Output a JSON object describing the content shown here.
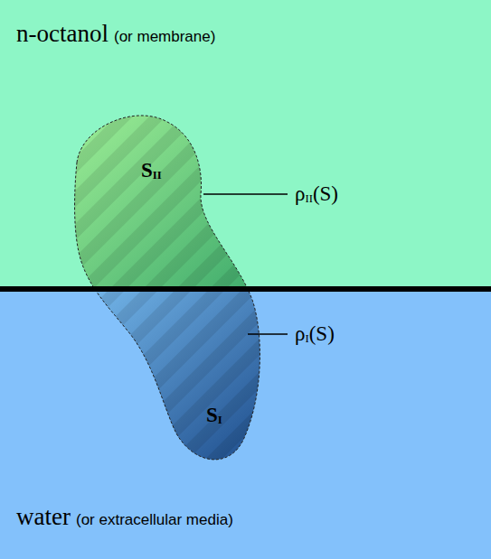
{
  "diagram": {
    "nodes": [
      {
        "text": [
          "n-octanol",
          "(or membrane)"
        ]
      },
      {
        "text": [
          "SII",
          "SI"
        ]
      },
      {
        "text": [
          "water",
          "(or extracellular media)"
        ]
      }
    ],
    "labels": [
      "ρII(S)",
      "ρI(S)"
    ]
  }
}
